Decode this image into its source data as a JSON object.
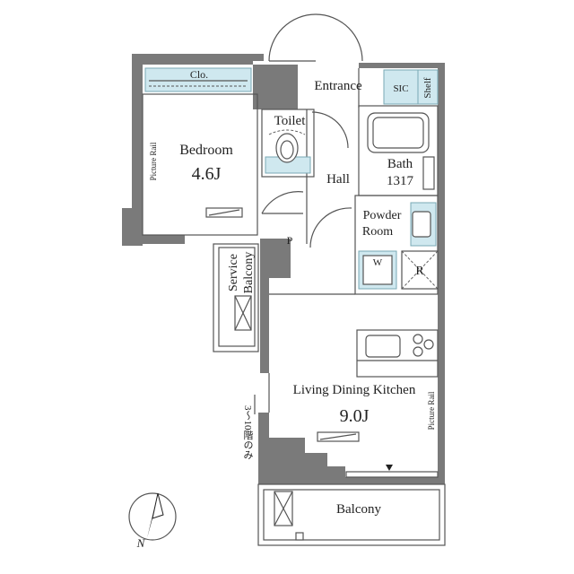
{
  "rooms": {
    "closet": "Clo.",
    "entrance": "Entrance",
    "sic": "SIC",
    "shelf": "Shelf",
    "toilet": "Toilet",
    "bedroom_name": "Bedroom",
    "bedroom_size": "4.6J",
    "bedroom_rail": "Picture Rail",
    "hall": "Hall",
    "bath_name": "Bath",
    "bath_size": "1317",
    "powder_line1": "Powder",
    "powder_line2": "Room",
    "washer": "W",
    "fridge": "R",
    "pipe_space": "P",
    "service_balcony_line1": "Service",
    "service_balcony_line2": "Balcony",
    "ldk_name": "Living Dining Kitchen",
    "ldk_size": "9.0J",
    "ldk_rail": "Picture Rail",
    "balcony": "Balcony"
  },
  "notes": {
    "floors_only": "3～10階のみ"
  },
  "compass": {
    "north": "N"
  },
  "colors": {
    "wall": "#7a7a7a",
    "storage_fill": "#cfe8ef"
  }
}
